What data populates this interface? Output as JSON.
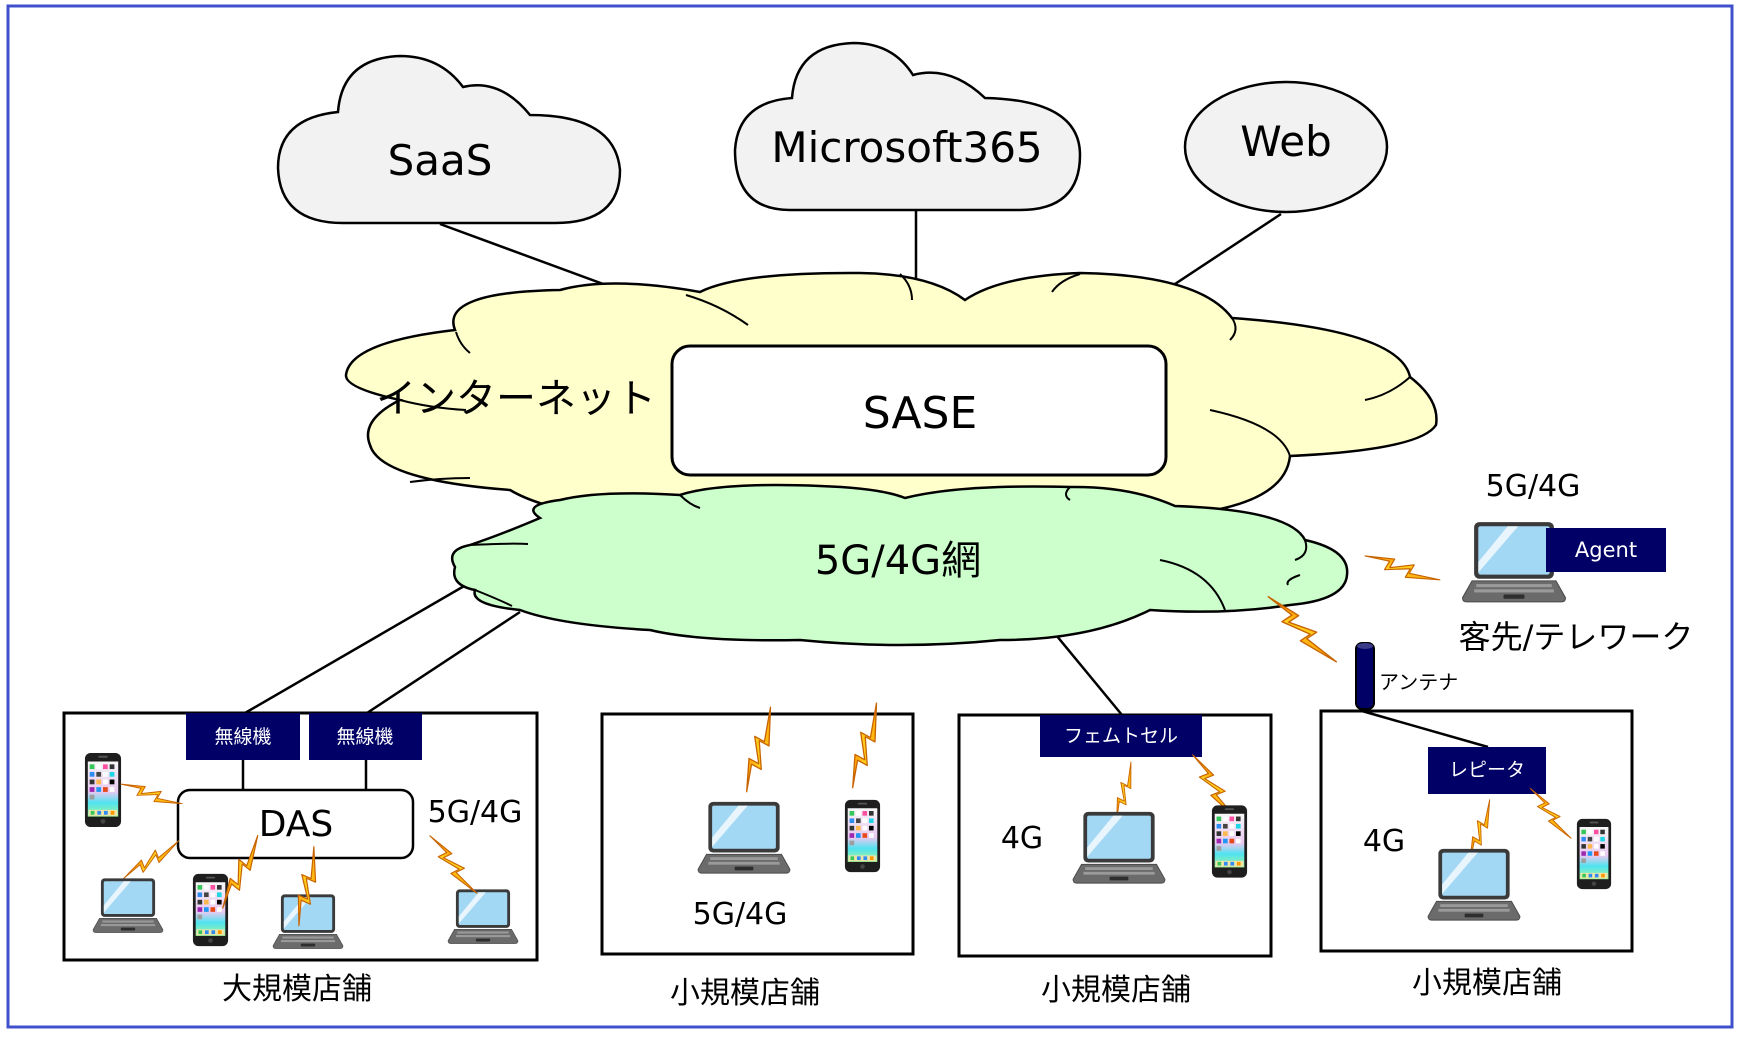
{
  "colors": {
    "frame": "#4050CC",
    "cloud_gray": "#F2F2F2",
    "internet_fill": "#FFFFCC",
    "mobile_net_fill": "#CCFFCC",
    "device_box": "#000066",
    "lightning": "#FFB000",
    "laptop_screen": "#A3D8F4"
  },
  "cloud_services": {
    "saas": "SaaS",
    "microsoft365": "Microsoft365",
    "web": "Web"
  },
  "internet": {
    "label": "インターネット",
    "sase": "SASE"
  },
  "mobile_network": {
    "label": "5G/4G網"
  },
  "remote": {
    "network": "5G/4G",
    "agent": "Agent",
    "label": "客先/テレワーク"
  },
  "antenna": {
    "label": "アンテナ"
  },
  "stores": [
    {
      "label": "大規模店舗",
      "radios": [
        "無線機",
        "無線機"
      ],
      "das": "DAS",
      "network": "5G/4G"
    },
    {
      "label": "小規模店舗",
      "network": "5G/4G"
    },
    {
      "label": "小規模店舗",
      "device": "フェムトセル",
      "network": "4G"
    },
    {
      "label": "小規模店舗",
      "device": "レピータ",
      "network": "4G"
    }
  ]
}
